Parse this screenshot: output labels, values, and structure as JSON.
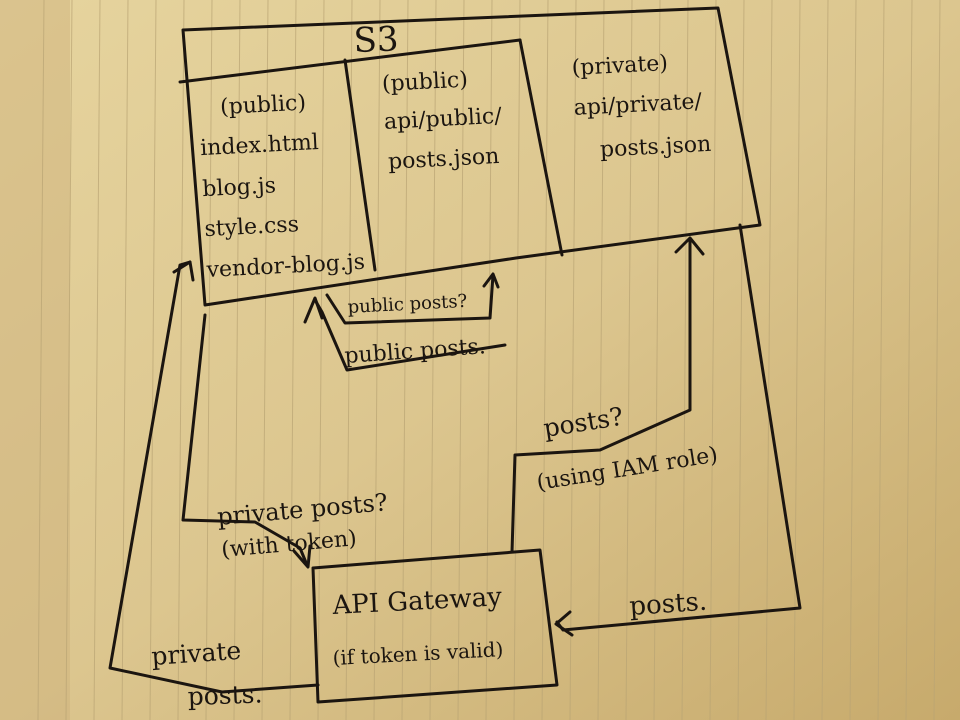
{
  "s3": {
    "title": "S3",
    "col_public": {
      "tag": "(public)",
      "files": [
        "index.html",
        "blog.js",
        "style.css",
        "vendor-blog.js"
      ]
    },
    "col_public_api": {
      "tag": "(public)",
      "path_1": "api/public/",
      "path_2": "posts.json"
    },
    "col_private_api": {
      "tag": "(private)",
      "path_1": "api/private/",
      "path_2": "posts.json"
    }
  },
  "flows": {
    "public_query": "public posts?",
    "public_response": "public posts.",
    "private_query_1": "private posts?",
    "private_query_2": "(with token)",
    "s3_query_1": "posts?",
    "s3_query_2": "(using IAM role)",
    "s3_response": "posts.",
    "private_response_1": "private",
    "private_response_2": "posts."
  },
  "gateway": {
    "title": "API Gateway",
    "condition": "(if token is valid)"
  }
}
